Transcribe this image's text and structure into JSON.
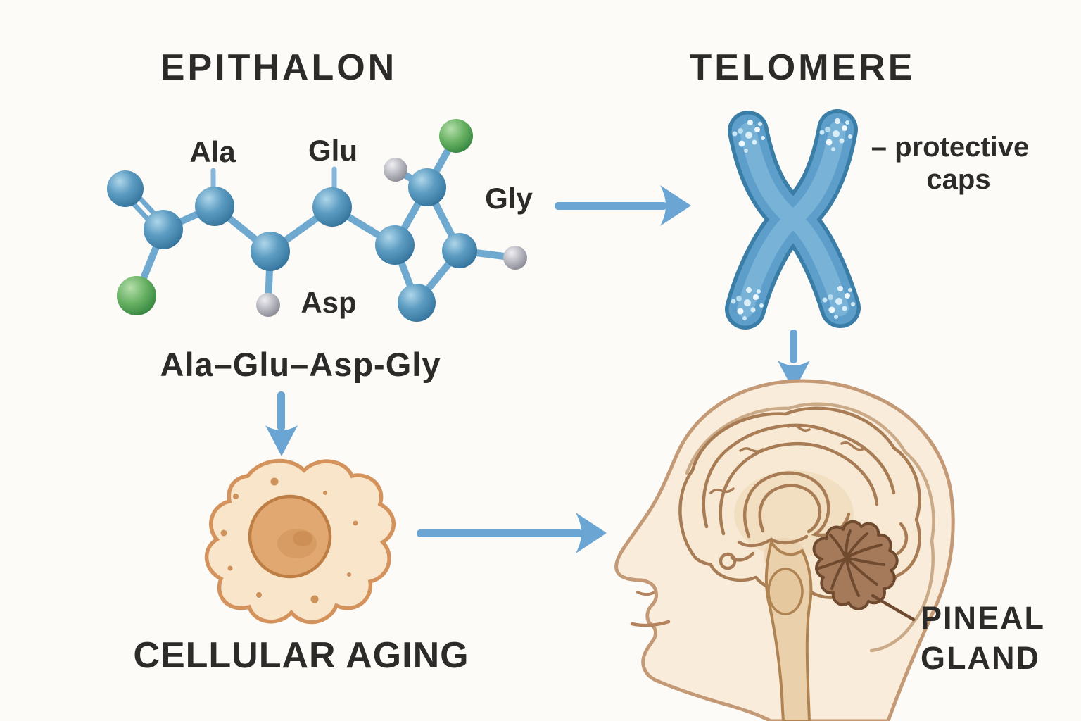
{
  "colors": {
    "background": "#fcfbf8",
    "text": "#2d2b29",
    "arrow": "#6aa5d3",
    "bond": "#6fa9d0",
    "tick": "#85b7dc",
    "atom_blue": "#4d8cb4",
    "atom_green": "#57a957",
    "atom_gray": "#a9a9b2",
    "chromosome": "#5d9fca",
    "chromosome_dark": "#3a7ea8",
    "chromosome_light": "#82b9da",
    "speckle": "#d9eef8",
    "cell_body": "#f9e5c9",
    "cell_outline": "#d4935c",
    "nucleus": "#e2a872",
    "nucleus_outline": "#bf7f44",
    "skin": "#f9ecdb",
    "skin_outline": "#c49a76",
    "brain_line": "#a87c54",
    "brain_fill": "#f7e9d4",
    "brainstem_fill": "#ead0ab",
    "gland_fill": "#a57a5b",
    "gland_line": "#6f4a2f"
  },
  "epithalon": {
    "title": "EPITHALON",
    "residues": {
      "ala": "Ala",
      "glu": "Glu",
      "asp": "Asp",
      "gly": "Gly"
    },
    "sequence": "Ala–Glu–Asp-Gly"
  },
  "telomere": {
    "title": "TELOMERE",
    "caption_line1": "– protective",
    "caption_line2": "caps"
  },
  "cell": {
    "caption": "CELLULAR AGING"
  },
  "brain": {
    "label_line1": "PINEAL",
    "label_line2": "GLAND"
  }
}
